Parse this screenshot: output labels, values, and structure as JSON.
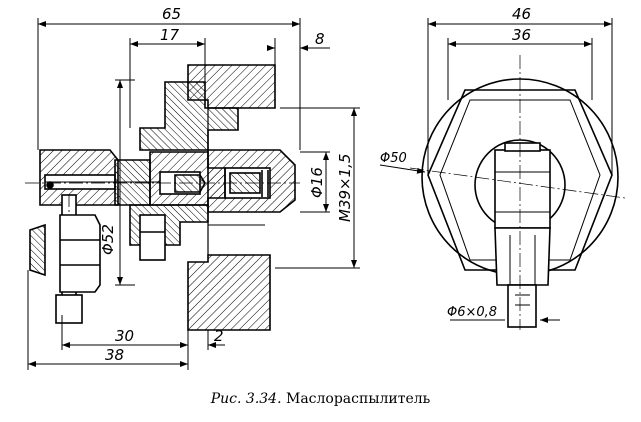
{
  "figure": {
    "caption_prefix": "Рис. 3.34.",
    "caption_title": "Маслораспылитель"
  },
  "dimensions": {
    "overall_length": "65",
    "d17": "17",
    "d8": "8",
    "d30": "30",
    "d38": "38",
    "d2": "2",
    "phi52": "Φ52",
    "phi16": "Φ16",
    "thread": "М39×1,5",
    "across_flats": "46",
    "inner_width": "36",
    "phi50": "Φ50",
    "orifice": "Φ6×0,8"
  }
}
